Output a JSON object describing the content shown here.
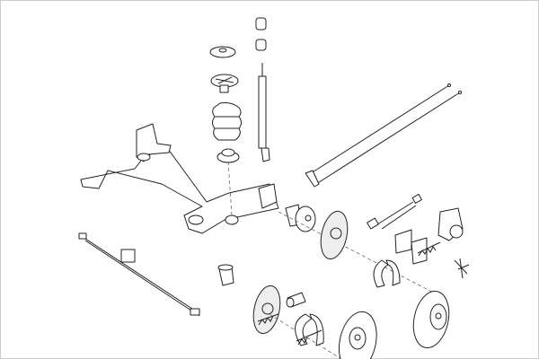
{
  "diagram": {
    "type": "exploded-parts-drawing",
    "colors": {
      "line": "#222222",
      "background": "#ffffff",
      "frame": "#cccccc"
    },
    "parts": [
      "subaxle-frame",
      "top-mount-washer",
      "spring-seat",
      "bump-stop-bellows",
      "lower-spring-pad",
      "shock-absorber",
      "shock-top-bushings",
      "handbrake-cables",
      "wheel-hub",
      "brake-backing-plate",
      "brake-shoes",
      "brake-disc",
      "brake-drum",
      "wheel-cylinder",
      "brake-pads",
      "brake-caliper",
      "wear-sensor",
      "spring-kits",
      "panhard-rod",
      "rubber-bushing",
      "mount-block"
    ]
  }
}
